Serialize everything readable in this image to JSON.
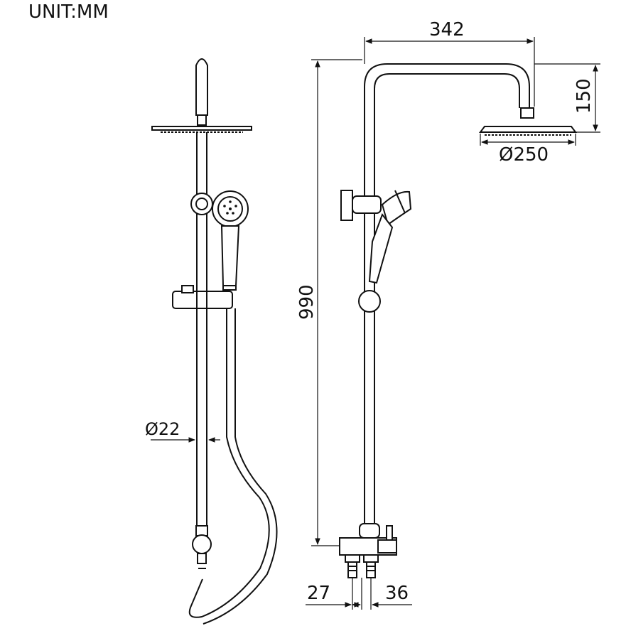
{
  "unit_label": "UNIT:MM",
  "dimensions": {
    "top_width": "342",
    "head_drop": "150",
    "head_diameter": "Ø250",
    "total_height": "990",
    "rail_diameter": "Ø22",
    "inlet_left": "27",
    "inlet_right": "36"
  }
}
